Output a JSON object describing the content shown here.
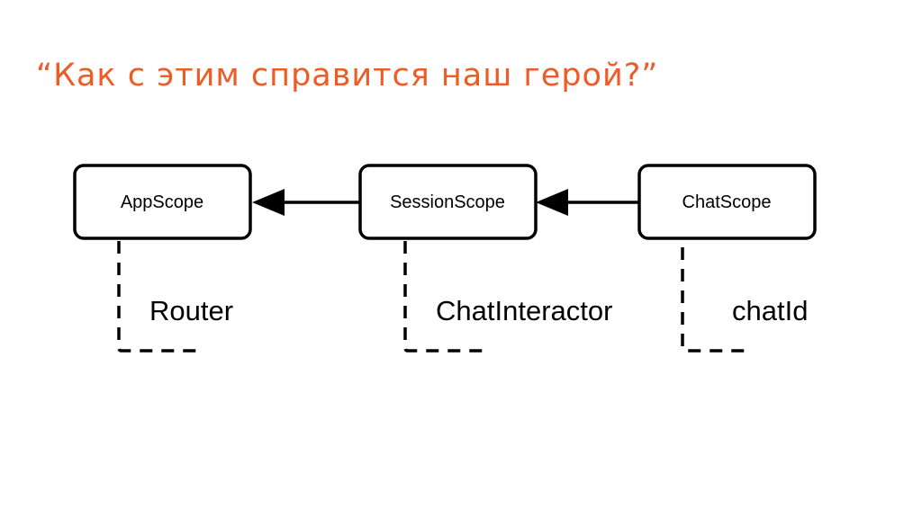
{
  "slide": {
    "title": "“Как с этим справится наш герой?”",
    "title_color": "#ef5b25"
  },
  "diagram": {
    "scopes": [
      {
        "label": "AppScope",
        "dependency": "Router"
      },
      {
        "label": "SessionScope",
        "dependency": "ChatInteractor"
      },
      {
        "label": "ChatScope",
        "dependency": "chatId"
      }
    ],
    "arrows": [
      {
        "from": "SessionScope",
        "to": "AppScope"
      },
      {
        "from": "ChatScope",
        "to": "SessionScope"
      }
    ],
    "line_color": "#000000"
  }
}
